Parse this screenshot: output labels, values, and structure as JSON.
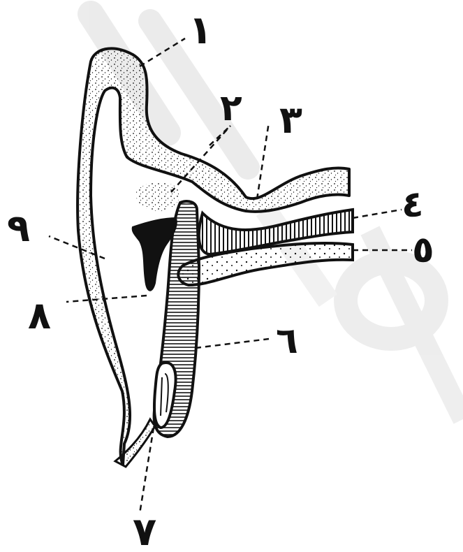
{
  "figure": {
    "background": "#ffffff",
    "ink": "#111111",
    "watermark_color": "#d9d9d9",
    "watermark_text": "al"
  },
  "labels": {
    "l1": "١",
    "l2": "٢",
    "l3": "٣",
    "l4": "٤",
    "l5": "٥",
    "l6": "٦",
    "l7": "٧",
    "l8": "٨",
    "l9": "٩"
  }
}
